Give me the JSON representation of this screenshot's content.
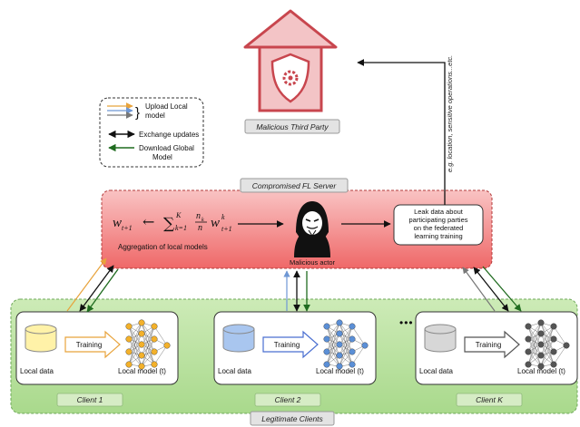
{
  "third_party": {
    "label": "Malicious Third Party",
    "side_note": "e.g. location, sensitive operations...etc."
  },
  "legend": {
    "upload": "Upload Local model",
    "upload_line1": "Upload Local",
    "upload_line2": "model",
    "exchange": "Exchange updates",
    "download_line1": "Download Global",
    "download_line2": "Model"
  },
  "server": {
    "label": "Compromised FL Server",
    "formula_lhs": "w",
    "formula_lhs_sub": "t+1",
    "formula_arrow": "←",
    "formula_sum": "∑",
    "formula_sum_sup": "K",
    "formula_sum_sub": "k=1",
    "formula_frac_num": "n",
    "formula_frac_num_sub": "k",
    "formula_frac_den": "n",
    "formula_rhs": "w",
    "formula_rhs_sup": "k",
    "formula_rhs_sub": "t+1",
    "aggregation": "Aggregation of local models",
    "actor": "Malicious actor",
    "leak_line1": "Leak data about",
    "leak_line2": "participating parties",
    "leak_line3": "on the federated",
    "leak_line4": "learning training"
  },
  "clients": [
    {
      "name": "Client 1",
      "data_label": "Local data",
      "training_label": "Training",
      "model_label": "Local model (t)",
      "db_color": "#fff2a8",
      "net_color": "#f3b12b"
    },
    {
      "name": "Client 2",
      "data_label": "Local data",
      "training_label": "Training",
      "model_label": "Local model (t)",
      "db_color": "#a9c6ef",
      "net_color": "#5b8fd6"
    },
    {
      "name": "Client K",
      "data_label": "Local data",
      "training_label": "Training",
      "model_label": "Local model (t)",
      "db_color": "#d7d7d7",
      "net_color": "#555555"
    }
  ],
  "ellipsis": "•••",
  "group_label": "Legitimate Clients",
  "colors": {
    "upload_orange": "#e8a33c",
    "upload_blue": "#6e97d4",
    "upload_gray": "#777777",
    "download_green": "#1f6b1f",
    "exchange": "#111111",
    "server_top": "#f7b2b2",
    "server_bottom": "#f06b6b",
    "clients_fill": "#b5e09a",
    "house": "#c8464e"
  }
}
